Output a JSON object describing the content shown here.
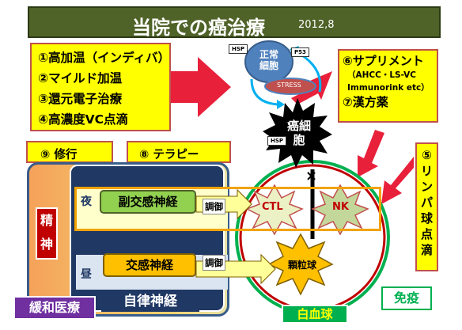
{
  "title": {
    "main": "当院での癌治療",
    "date": "2012,8"
  },
  "treatments": [
    "①高加温（インディバ）",
    "②マイルド加温",
    "③還元電子治療",
    "④高濃度VC点滴"
  ],
  "supplements": {
    "line1": "⑥サプリメント",
    "line2": "（AHCC・LS-VC",
    "line3": "Immunorink etc）",
    "line4": "⑦漢方薬"
  },
  "shugyo": "⑨ 修行",
  "therapy": "⑧ テラピー",
  "lymph": [
    "⑤",
    "リ",
    "ン",
    "パ",
    "球",
    "点",
    "滴"
  ],
  "cell": {
    "normal": "正常細胞",
    "hsp": "HSP",
    "p53": "P53",
    "stress": "STRESS"
  },
  "cancer": {
    "line1": "癌細",
    "line2": "胞",
    "hsp": "HSP"
  },
  "night": "夜",
  "noon": "昼",
  "parasympathetic": "副交感神経",
  "sympathetic": "交感神経",
  "regulate_label": "調御",
  "ctl": "CTL",
  "nk": "NK",
  "granulocyte": "顆粒球",
  "autonomic": "自律神経",
  "seishin": [
    "精",
    "神"
  ],
  "kanwa": "緩和医療",
  "wbc": "白血球",
  "meneki": "免疫",
  "colors": {
    "title_bg": "#4f6228",
    "yellow": "#ffff00",
    "red_arrow": "#e8203a",
    "green": "#00b050",
    "navy": "#1f3864"
  }
}
